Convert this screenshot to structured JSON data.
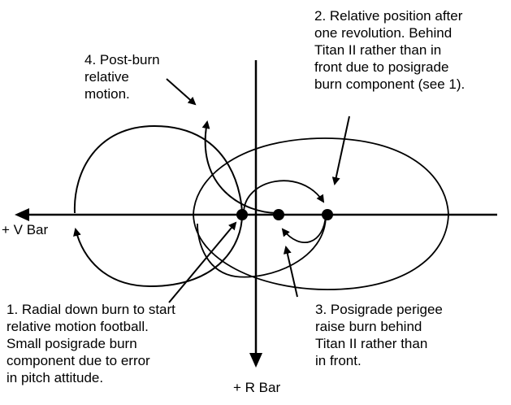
{
  "axes": {
    "v_bar_label": "+ V Bar",
    "r_bar_label": "+ R Bar"
  },
  "annotations": [
    {
      "number": "1.",
      "text": "1. Radial down burn to start\n   relative motion football.\n   Small posigrade burn\n   component due to error\n   in pitch attitude."
    },
    {
      "number": "2.",
      "text": "2. Relative position after\n    one revolution.  Behind\n    Titan II rather than in\n    front due to posigrade\n    burn component (see 1)."
    },
    {
      "number": "3.",
      "text": "3. Posigrade perigee\n    raise burn behind\n    Titan II rather than\n    in front."
    },
    {
      "number": "4.",
      "text": "4. Post-burn\n    relative\n    motion."
    }
  ],
  "colors": {
    "ink": "#000000",
    "background": "#ffffff"
  }
}
